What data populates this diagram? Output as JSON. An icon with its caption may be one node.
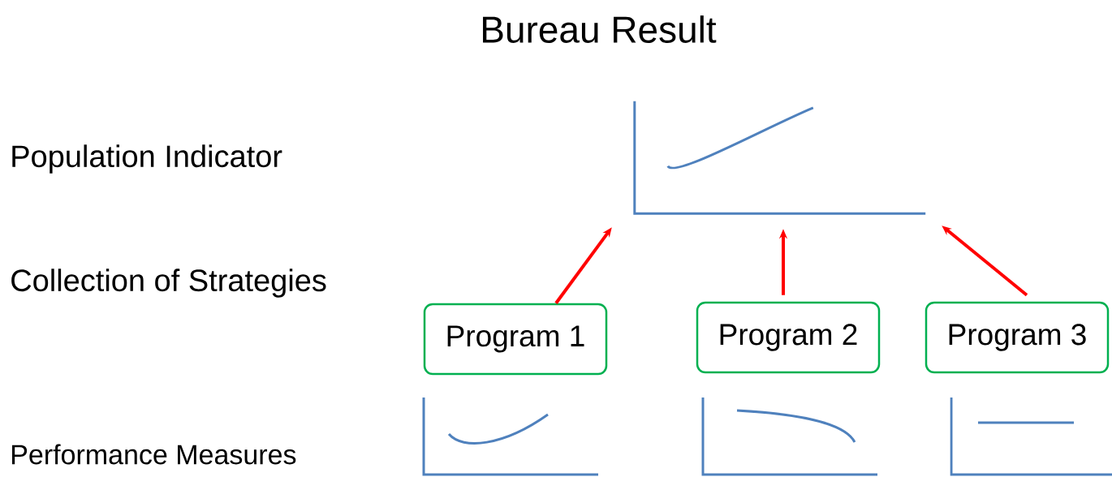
{
  "diagram": {
    "title": "Bureau Result",
    "nodes": [
      {
        "text": [],
        "shape": "chart"
      },
      {
        "text": [
          "Program 1"
        ]
      },
      {
        "text": [
          "Program 2"
        ]
      },
      {
        "text": [
          "Program 3"
        ]
      }
    ],
    "edges": [
      {
        "from": 1,
        "to": 0,
        "arrow": "to"
      },
      {
        "from": 2,
        "to": 0,
        "arrow": "to"
      },
      {
        "from": 3,
        "to": 0,
        "arrow": "to"
      }
    ],
    "labels": [
      "Population Indicator",
      "Collection of Strategies",
      "Performance Measures"
    ]
  }
}
